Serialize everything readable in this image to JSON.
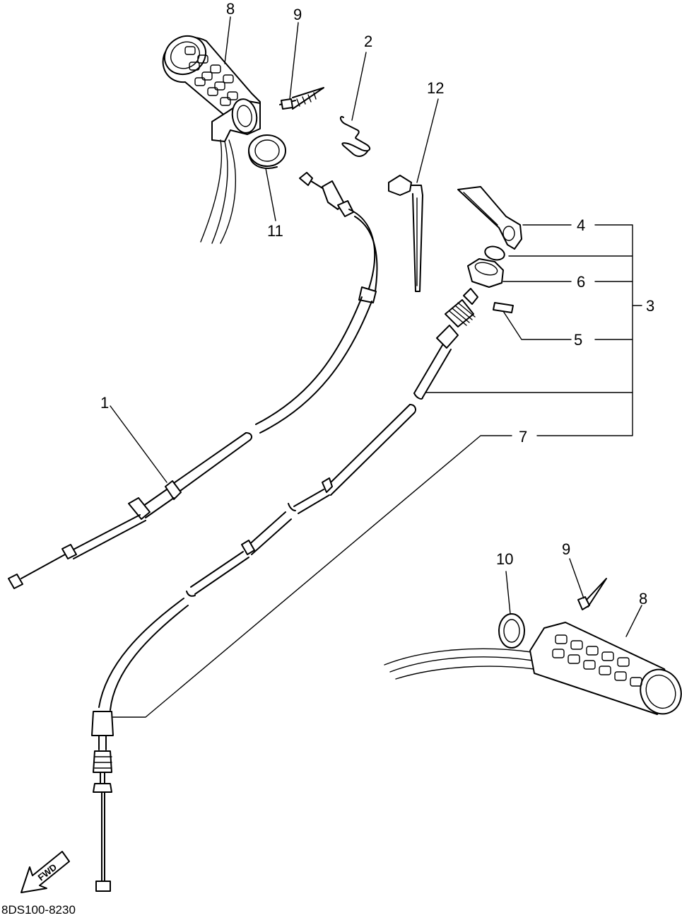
{
  "callouts": {
    "c1": "1",
    "c2": "2",
    "c3": "3",
    "c4": "4",
    "c5": "5",
    "c6": "6",
    "c7": "7",
    "c8a": "8",
    "c8b": "8",
    "c9a": "9",
    "c9b": "9",
    "c10": "10",
    "c11": "11",
    "c12": "12"
  },
  "fwd_label": "FWD",
  "diagram_code": "8DS100-8230"
}
